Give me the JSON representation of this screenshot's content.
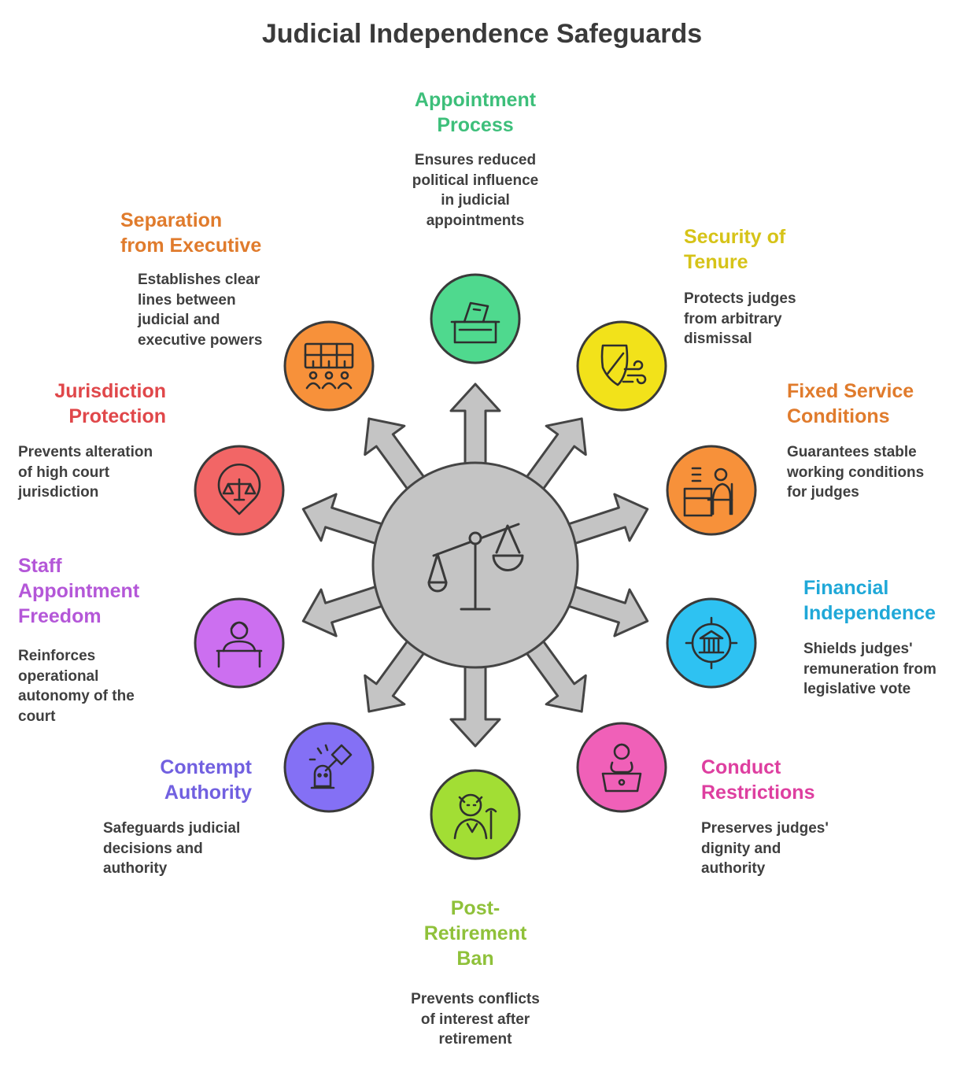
{
  "title": "Judicial Independence Safeguards",
  "center_icon": "scales-of-justice-icon",
  "nodes": [
    {
      "key": "appointment",
      "heading": "Appointment Process",
      "description": "Ensures reduced political influence in judicial appointments",
      "color": "#3dbf7a",
      "fill": "#4fd98e",
      "icon": "ballot-box-icon"
    },
    {
      "key": "tenure",
      "heading": "Security of Tenure",
      "description": "Protects judges from arbitrary dismissal",
      "color": "#d6c318",
      "fill": "#f2e21a",
      "icon": "shield-wind-icon"
    },
    {
      "key": "service",
      "heading": "Fixed Service Conditions",
      "description": "Guarantees stable working conditions for judges",
      "color": "#e07b2c",
      "fill": "#f7913a",
      "icon": "desk-worker-icon"
    },
    {
      "key": "financial",
      "heading": "Financial Independence",
      "description": "Shields judges' remuneration from legislative vote",
      "color": "#1fa8d8",
      "fill": "#2ec2f2",
      "icon": "bank-target-icon"
    },
    {
      "key": "conduct",
      "heading": "Conduct Restrictions",
      "description": "Preserves judges' dignity and authority",
      "color": "#de3fa0",
      "fill": "#f060b8",
      "icon": "judge-podium-icon"
    },
    {
      "key": "retirement",
      "heading": "Post-Retirement Ban",
      "description": "Prevents conflicts of interest after retirement",
      "color": "#8fc13a",
      "fill": "#a2de34",
      "icon": "elderly-person-icon"
    },
    {
      "key": "contempt",
      "heading": "Contempt Authority",
      "description": "Safeguards judicial decisions and authority",
      "color": "#7160e0",
      "fill": "#8470f5",
      "icon": "gavel-icon"
    },
    {
      "key": "staff",
      "heading": "Staff Appointment Freedom",
      "description": "Reinforces operational autonomy of the court",
      "color": "#b457d8",
      "fill": "#cc6ff0",
      "icon": "receptionist-icon"
    },
    {
      "key": "jurisdiction",
      "heading": "Jurisdiction Protection",
      "description": "Prevents alteration of high court jurisdiction",
      "color": "#e0474a",
      "fill": "#f26666",
      "icon": "scales-pin-icon"
    },
    {
      "key": "separation",
      "heading": "Separation from Executive",
      "description": "Establishes clear lines between judicial and executive powers",
      "color": "#e07b2c",
      "fill": "#f7913a",
      "icon": "org-structure-icon"
    }
  ]
}
